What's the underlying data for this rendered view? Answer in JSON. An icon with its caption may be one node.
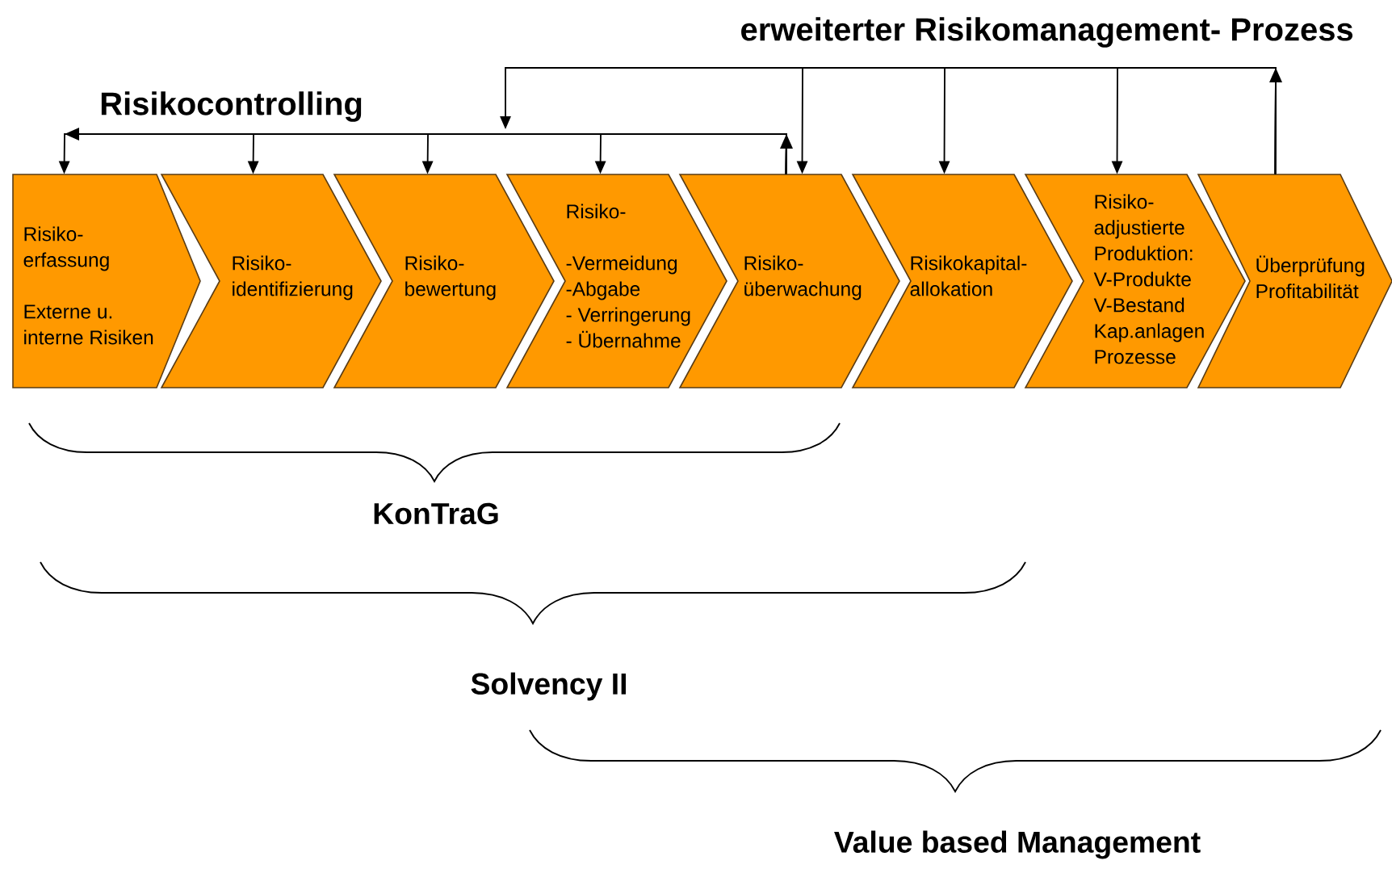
{
  "diagram": {
    "nodes": [
      {
        "text": [
          "Risiko- erfassung",
          "Externe u. interne Risiken"
        ]
      },
      {
        "text": [
          "Risiko- identifizierung"
        ]
      },
      {
        "text": [
          "Risiko- bewertung"
        ]
      },
      {
        "text": [
          "Risiko-",
          "-Vermeidung",
          "-Abgabe",
          "- Verringerung",
          "- Übernahme"
        ]
      },
      {
        "text": [
          "Risiko- überwachung"
        ]
      },
      {
        "text": [
          "Risikokapital- allokation"
        ]
      },
      {
        "text": [
          "Risiko- adjustierte Produktion: V-Produkte V-Bestand Kap.anlagen Prozesse"
        ]
      },
      {
        "text": [
          "Überprüfung Profitabilität"
        ]
      }
    ],
    "edges": [
      {
        "from": 4,
        "to": 0,
        "arrow": "to"
      },
      {
        "from": 4,
        "to": 1,
        "arrow": "to"
      },
      {
        "from": 4,
        "to": 2,
        "arrow": "to"
      },
      {
        "from": 4,
        "to": 3,
        "arrow": "to"
      },
      {
        "from": 7,
        "to": 4,
        "arrow": "to"
      },
      {
        "from": 7,
        "to": 5,
        "arrow": "to"
      },
      {
        "from": 7,
        "to": 6,
        "arrow": "to"
      },
      {
        "from": 7,
        "to": null,
        "arrow": "to"
      }
    ],
    "labels": [
      "erweiterter Risikomanagement- Prozess",
      "Risikocontrolling",
      "KonTraG",
      "Solvency II",
      "Value based Management"
    ]
  }
}
